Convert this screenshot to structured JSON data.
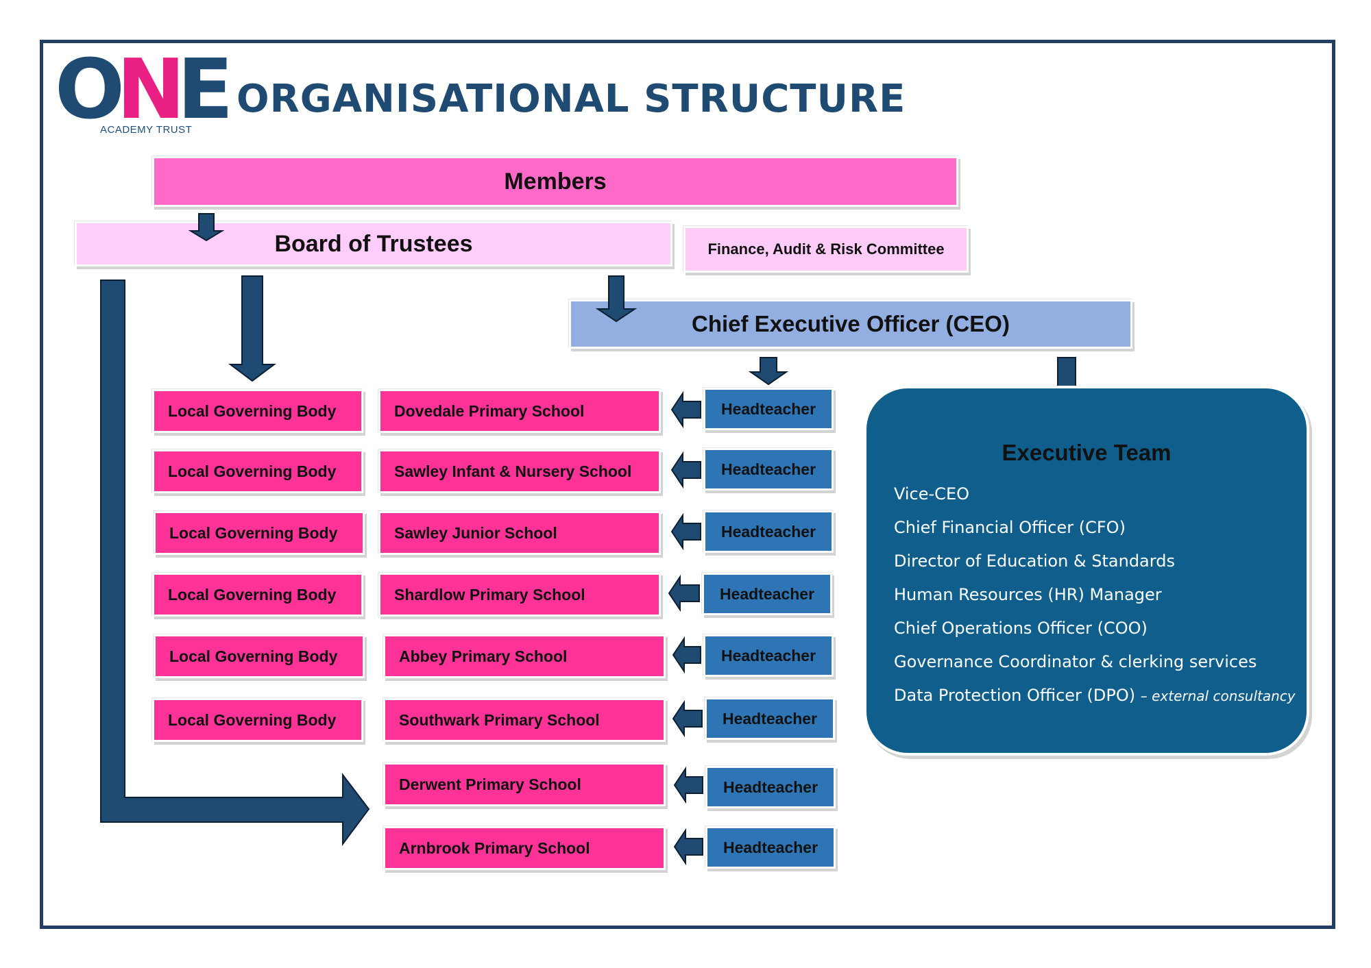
{
  "logo": {
    "mark_letters": [
      "O",
      "N",
      "E"
    ],
    "subtitle": "ACADEMY TRUST",
    "colors": {
      "o": "#1f4a72",
      "n": "#ea1f84",
      "e": "#1f4a72"
    }
  },
  "title": "ORGANISATIONAL STRUCTURE",
  "members": "Members",
  "board": "Board of Trustees",
  "committee": "Finance, Audit & Risk Committee",
  "ceo": "Chief Executive Officer (CEO)",
  "local_governing_bodies": [
    "Local Governing Body",
    "Local Governing Body",
    "Local Governing Body",
    "Local Governing Body",
    "Local Governing Body",
    "Local Governing Body"
  ],
  "schools": [
    "Dovedale Primary School",
    "Sawley Infant & Nursery School",
    "Sawley Junior School",
    "Shardlow Primary School",
    "Abbey Primary School",
    "Southwark Primary School",
    "Derwent Primary School",
    "Arnbrook Primary School"
  ],
  "headteachers": [
    "Headteacher",
    "Headteacher",
    "Headteacher",
    "Headteacher",
    "Headteacher",
    "Headteacher",
    "Headteacher",
    "Headteacher"
  ],
  "executive_team": {
    "title": "Executive Team",
    "items": [
      "Vice-CEO",
      "Chief Financial Officer (CFO)",
      "Director of Education & Standards",
      "Human Resources (HR) Manager",
      "Chief Operations Officer (COO)",
      "Governance Coordinator & clerking services",
      "Data Protection Officer (DPO)"
    ],
    "dpo_note": "– external consultancy"
  },
  "colors": {
    "frame": "#243e63",
    "members": "#ff69c8",
    "board": "#ffcdfa",
    "ceo": "#93aee0",
    "pink_box": "#ff3397",
    "headteacher": "#2e75b6",
    "executive": "#0f5e8c",
    "arrow": "#1f4a72"
  }
}
